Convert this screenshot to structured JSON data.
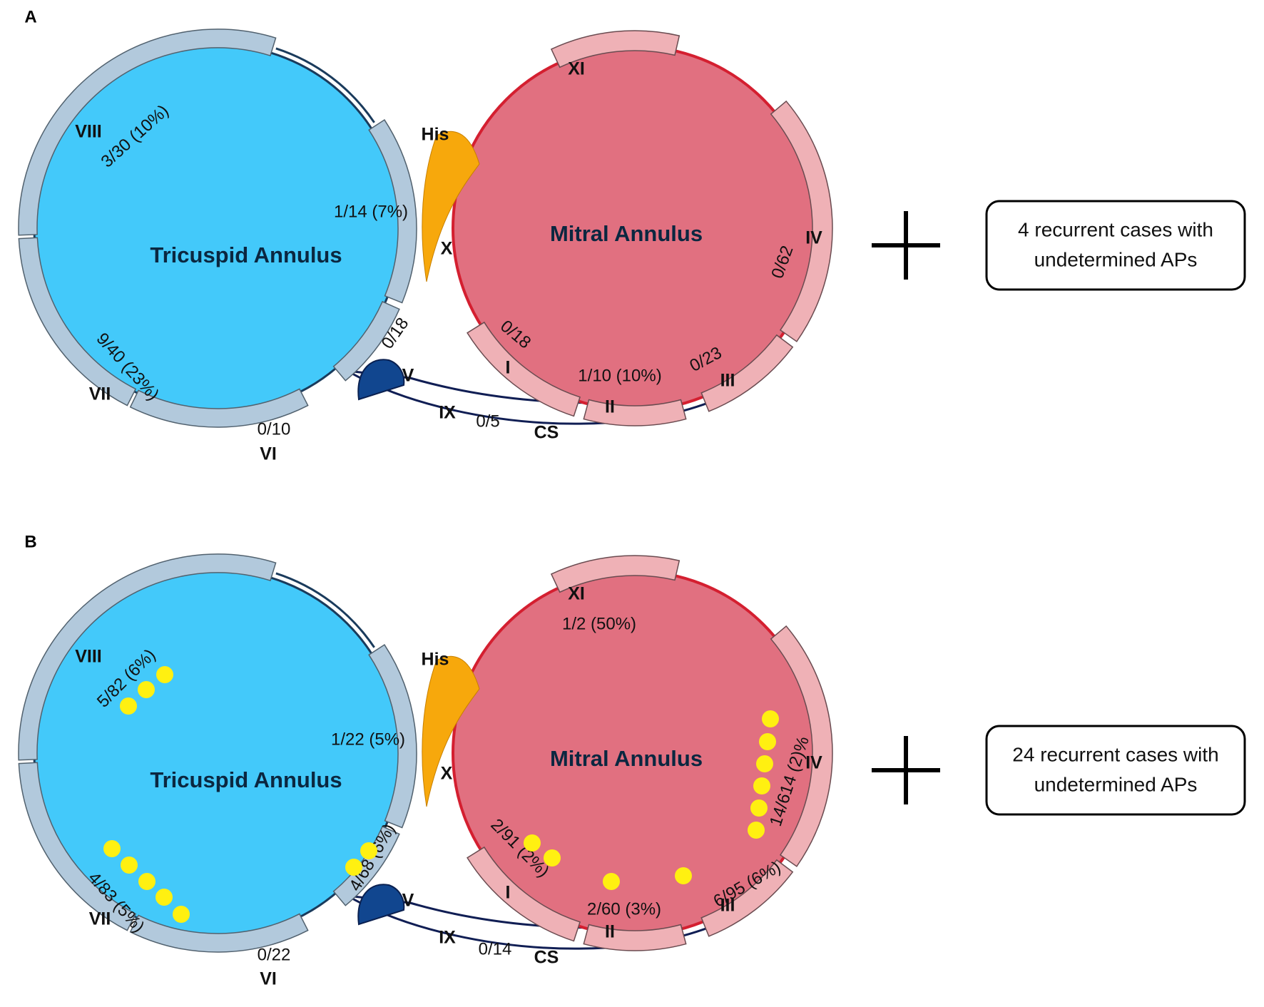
{
  "colors": {
    "tricuspid_fill": "#43c9fa",
    "mitral_fill": "#e17080",
    "tricuspid_segment": "#b2c9dc",
    "mitral_segment": "#efb1b6",
    "mitral_border": "#d41f30",
    "his_bundle": "#f7a80c",
    "cs_ostium": "#11468f",
    "cs_outline": "#101e54",
    "ap_dot": "#fff011"
  },
  "panels": [
    {
      "letter": "A",
      "tricuspid_label": "Tricuspid Annulus",
      "mitral_label": "Mitral Annulus",
      "his_label": "His",
      "cs_label": "CS",
      "region_labels": {
        "I": "I",
        "II": "II",
        "III": "III",
        "IV": "IV",
        "V": "V",
        "VI": "VI",
        "VII": "VII",
        "VIII": "VIII",
        "IX": "IX",
        "X": "X",
        "XI": "XI"
      },
      "fractions": {
        "VIII": "3/30 (10%)",
        "X": "1/14 (7%)",
        "VII": "9/40 (23%)",
        "V": "0/18",
        "VI": "0/10",
        "IX": "0/5",
        "I": "0/18",
        "II": "1/10 (10%)",
        "III": "0/23",
        "IV": "0/62"
      },
      "plus_sign": "+",
      "note_lines": [
        "4 recurrent cases with",
        "undetermined APs"
      ],
      "recurrence_dots": {}
    },
    {
      "letter": "B",
      "tricuspid_label": "Tricuspid Annulus",
      "mitral_label": "Mitral Annulus",
      "his_label": "His",
      "cs_label": "CS",
      "region_labels": {
        "I": "I",
        "II": "II",
        "III": "III",
        "IV": "IV",
        "V": "V",
        "VI": "VI",
        "VII": "VII",
        "VIII": "VIII",
        "IX": "IX",
        "X": "X",
        "XI": "XI"
      },
      "fractions": {
        "XI": "1/2 (50%)",
        "VIII": "5/82 (6%)",
        "X": "1/22 (5%)",
        "VII": "4/83 (5%)",
        "V": "4/68 (6%)",
        "VI": "0/22",
        "IX": "0/14",
        "I": "2/91 (2%)",
        "II": "2/60 (3%)",
        "III": "6/95 (6%)",
        "IV": "14/614 (2)%"
      },
      "plus_sign": "+",
      "note_lines": [
        "24 recurrent cases with",
        "undetermined APs"
      ],
      "recurrence_dots": {
        "VIII": 3,
        "VII": 5,
        "V": 2,
        "I": 2,
        "II": 1,
        "III": 1,
        "IV": 6
      }
    }
  ]
}
